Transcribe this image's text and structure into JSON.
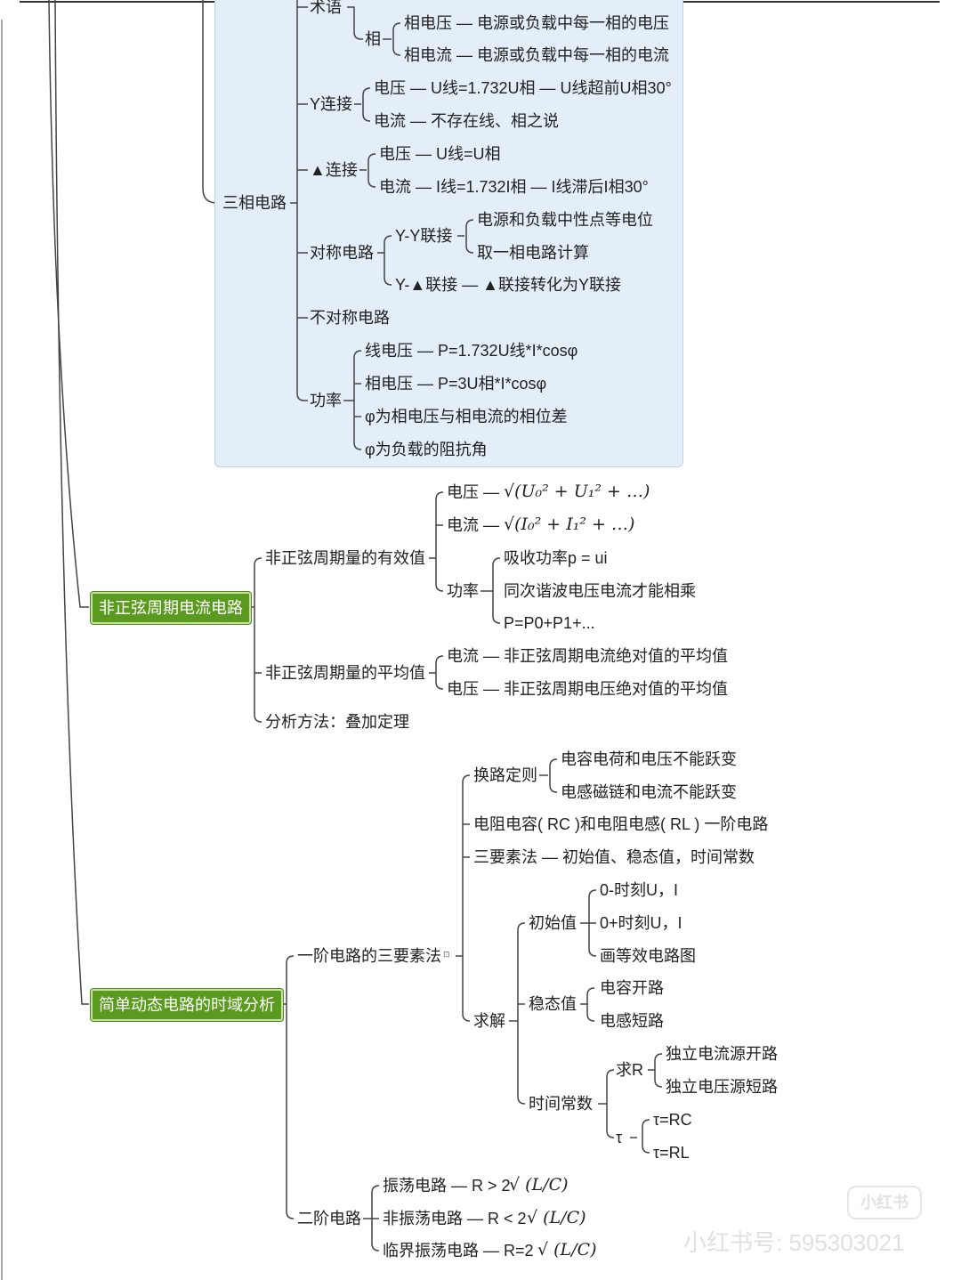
{
  "three_phase": {
    "label": "三相电路",
    "term": {
      "label": "术语",
      "phase": {
        "label": "相",
        "voltage": "相电压 — 电源或负载中每一相的电压",
        "current": "相电流 — 电源或负载中每一相的电流"
      }
    },
    "y_connect": {
      "label": "Y连接",
      "voltage": "电压 — U线=1.732U相 — U线超前U相30°",
      "current": "电流 — 不存在线、相之说"
    },
    "delta_connect": {
      "label": "▲连接",
      "voltage": "电压 — U线=U相",
      "current": "电流 — I线=1.732I相 — I线滞后I相30°"
    },
    "symmetric": {
      "label": "对称电路",
      "yy": {
        "label": "Y-Y联接",
        "a": "电源和负载中性点等电位",
        "b": "取一相电路计算"
      },
      "ydelta": "Y-▲联接 — ▲联接转化为Y联接"
    },
    "asymmetric": "不对称电路",
    "power": {
      "label": "功率",
      "line": "线电压 — P=1.732U线*I*cosφ",
      "phase": "相电压 — P=3U相*I*cosφ",
      "phi1": "φ为相电压与相电流的相位差",
      "phi2": "φ为负载的阻抗角"
    }
  },
  "nonsinusoidal": {
    "label": "非正弦周期电流电路",
    "rms": {
      "label": "非正弦周期量的有效值",
      "voltage_label": "电压 —",
      "voltage_formula": "√(U₀² + U₁² + …)",
      "current_label": "电流 —",
      "current_formula": "√(I₀² + I₁² + …)",
      "power": {
        "label": "功率",
        "a": "吸收功率p = ui",
        "b": "同次谐波电压电流才能相乘",
        "c": "P=P0+P1+..."
      }
    },
    "avg": {
      "label": "非正弦周期量的平均值",
      "current": "电流 — 非正弦周期电流绝对值的平均值",
      "voltage": "电压 — 非正弦周期电压绝对值的平均值"
    },
    "method": "分析方法：叠加定理"
  },
  "dynamic": {
    "label": "简单动态电路的时域分析",
    "first_order": {
      "label": "一阶电路的三要素法",
      "switching": {
        "label": "换路定则",
        "a": "电容电荷和电压不能跃变",
        "b": "电感磁链和电流不能跃变"
      },
      "rc_rl": "电阻电容( RC )和电阻电感( RL ) 一阶电路",
      "three_elements": "三要素法 — 初始值、稳态值，时间常数",
      "solve": {
        "label": "求解",
        "initial": {
          "label": "初始值",
          "a": "0-时刻U，I",
          "b": "0+时刻U，I",
          "c": "画等效电路图"
        },
        "steady": {
          "label": "稳态值",
          "a": "电容开路",
          "b": "电感短路"
        },
        "time_const": {
          "label": "时间常数",
          "find_r": {
            "label": "求R",
            "a": "独立电流源开路",
            "b": "独立电压源短路"
          },
          "tau": {
            "label": "τ",
            "a": "τ=RC",
            "b": "τ=RL"
          }
        }
      }
    },
    "second_order": {
      "label": "二阶电路",
      "osc_label": "振荡电路 — R > 2",
      "osc_formula": "√ (L/C)",
      "nonosc_label": "非振荡电路 — R < 2",
      "nonosc_formula": "√ (L/C)",
      "critical_label": "临界振荡电路 — R=2",
      "critical_formula": "√ (L/C)"
    }
  },
  "watermark": {
    "logo": "小红书",
    "id": "小红书号: 595303021"
  },
  "colors": {
    "green_node": "#5a9a1e",
    "highlight": "#e3eef9",
    "line": "#444444"
  }
}
